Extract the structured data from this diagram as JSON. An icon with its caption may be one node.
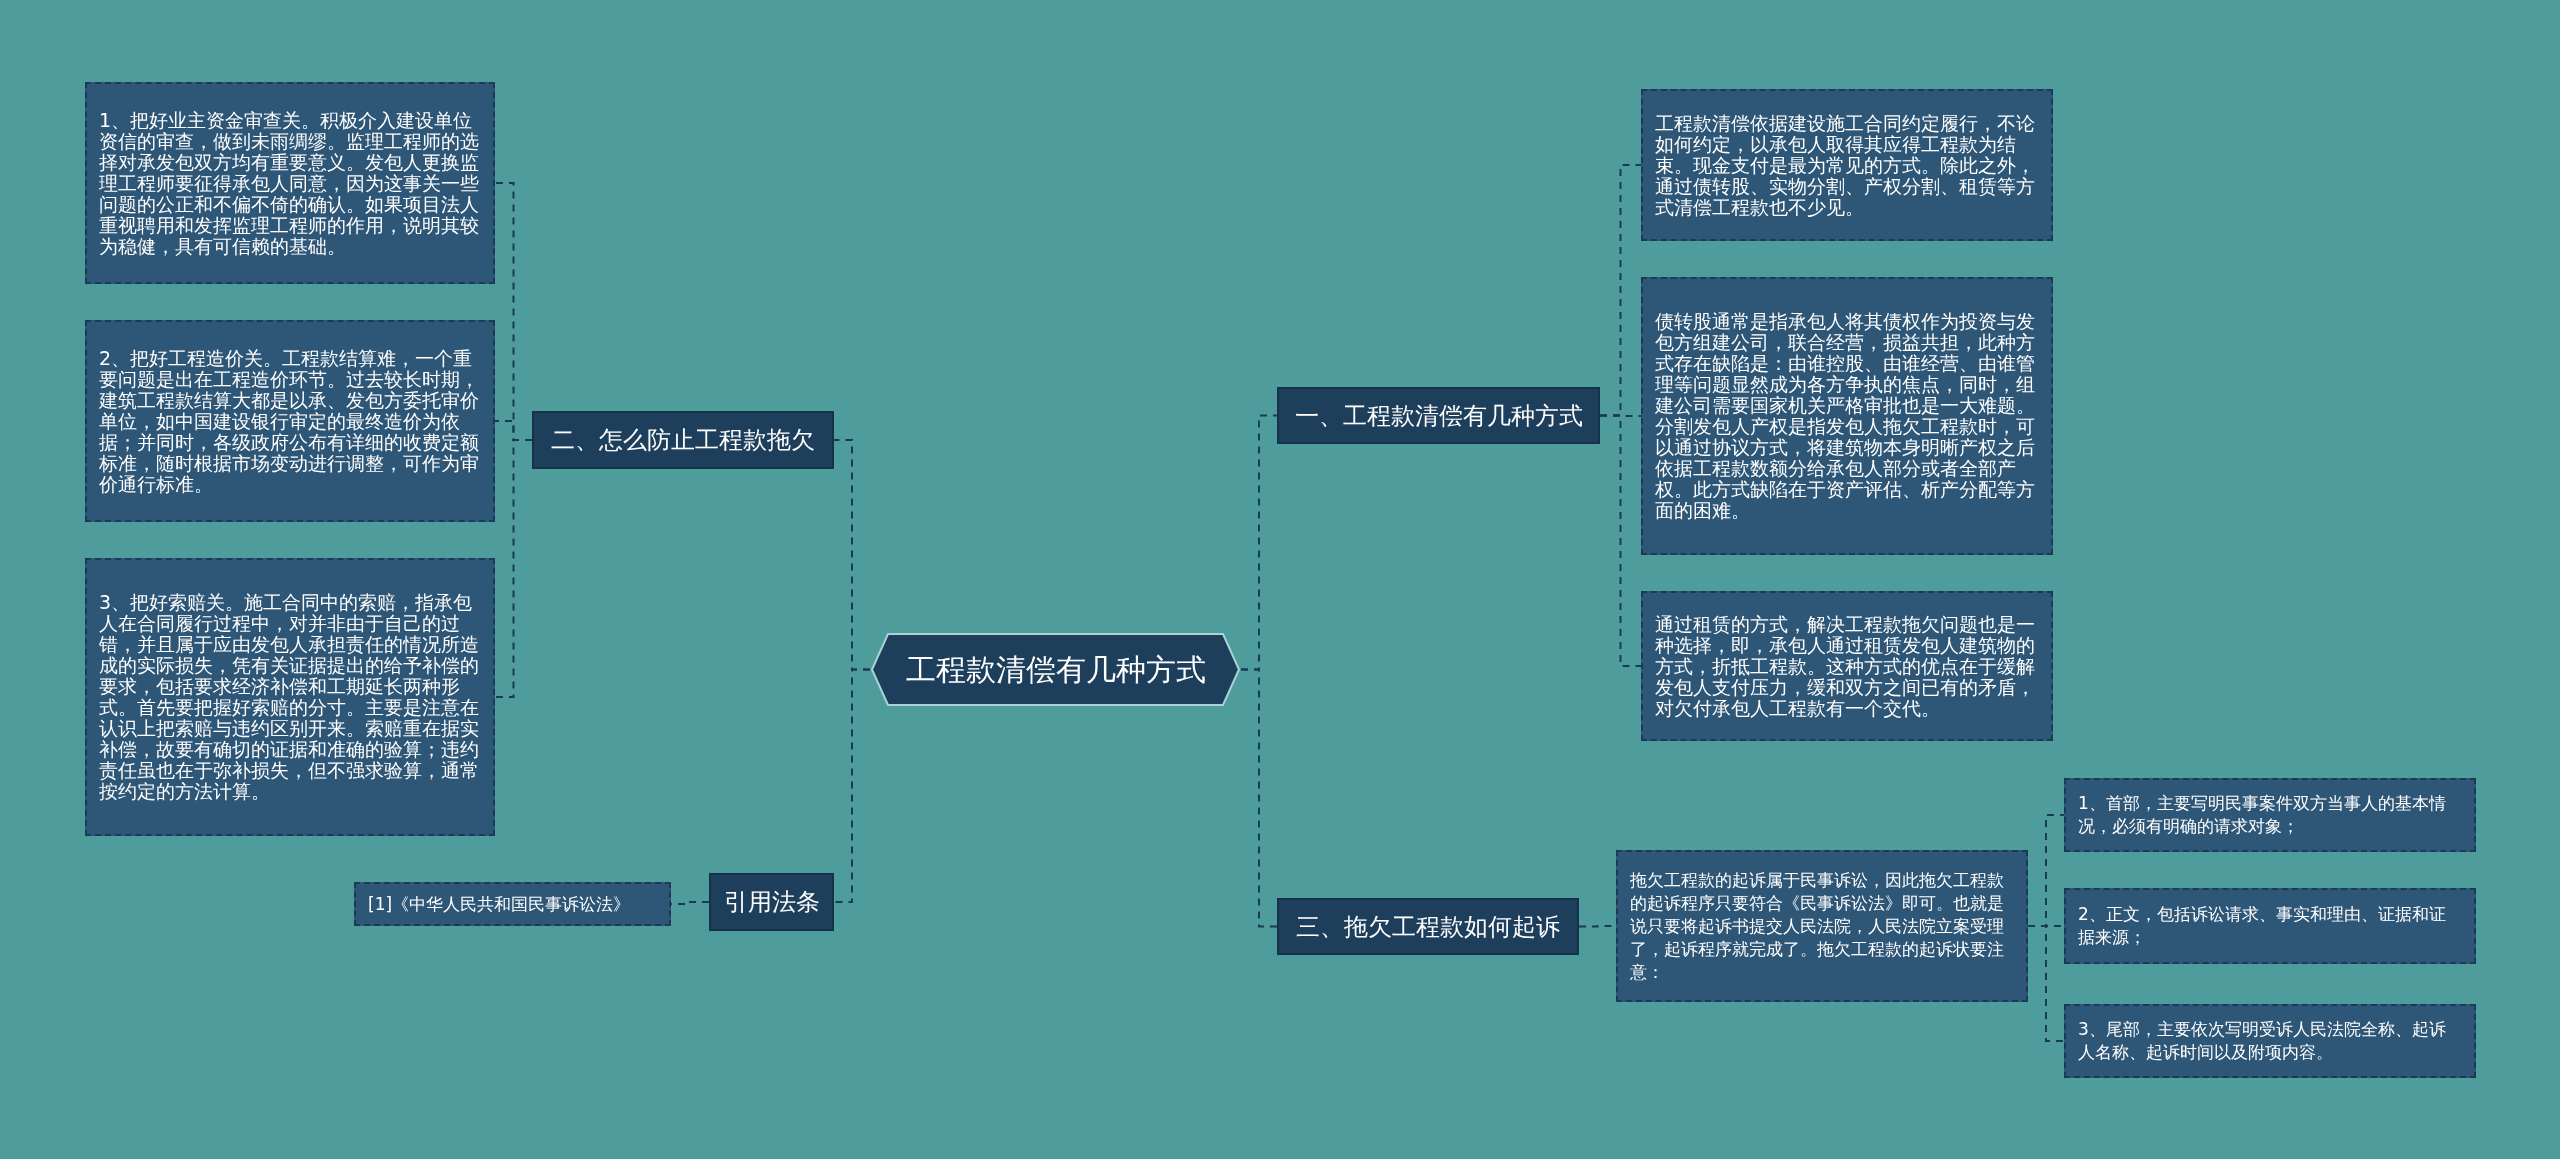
{
  "diagram": {
    "nodes": [
      {
        "text": [
          "工程款清偿有几种方式"
        ]
      },
      {
        "text": [
          "二、怎么防止工程款拖欠"
        ]
      },
      {
        "text": [
          "1、把好业主资金审查关。积极介入建设单位资信的审查，做到未雨绸缪。监理工程师的选择对承发包双方均有重要意义。发包人更换监理工程师要征得承包人同意，因为这事关一些问题的公正和不偏不倚的确认。如果项目法人重视聘用和发挥监理工程师的作用，说明其较为稳健，具有可信赖的基础。"
        ]
      },
      {
        "text": [
          "2、把好工程造价关。工程款结算难，一个重要问题是出在工程造价环节。过去较长时期，建筑工程款结算大都是以承、发包方委托审价单位，如中国建设银行审定的最终造价为依据；并同时，各级政府公布有详细的收费定额标准，随时根据市场变动进行调整，可作为审价通行标准。"
        ]
      },
      {
        "text": [
          "3、把好索赔关。施工合同中的索赔，指承包人在合同履行过程中，对并非由于自己的过错，并且属于应由发包人承担责任的情况所造成的实际损失，凭有关证据提出的给予补偿的要求，包括要求经济补偿和工期延长两种形式。首先要把握好索赔的分寸。主要是注意在认识上把索赔与违约区别开来。索赔重在据实补偿，故要有确切的证据和准确的验算；违约责任虽也在于弥补损失，但不强求验算，通常按约定的方法计算。"
        ]
      },
      {
        "text": [
          "引用法条"
        ]
      },
      {
        "text": [
          "[1]《中华人民共和国民事诉讼法》"
        ]
      },
      {
        "text": [
          "一、工程款清偿有几种方式"
        ]
      },
      {
        "text": [
          "工程款清偿依据建设施工合同约定履行，不论如何约定，以承包人取得其应得工程款为结束。现金支付是最为常见的方式。除此之外，通过债转股、实物分割、产权分割、租赁等方式清偿工程款也不少见。"
        ]
      },
      {
        "text": [
          "债转股通常是指承包人将其债权作为投资与发包方组建公司，联合经营，损益共担，此种方式存在缺陷是：由谁控股、由谁经营、由谁管理等问题显然成为各方争执的焦点，同时，组建公司需要国家机关严格审批也是一大难题。分割发包人产权是指发包人拖欠工程款时，可以通过协议方式，将建筑物本身明晰产权之后依据工程款数额分给承包人部分或者全部产权。此方式缺陷在于资产评估、析产分配等方面的困难。"
        ]
      },
      {
        "text": [
          "通过租赁的方式，解决工程款拖欠问题也是一种选择，即，承包人通过租赁发包人建筑物的方式，折抵工程款。这种方式的优点在于缓解发包人支付压力，缓和双方之间已有的矛盾，对欠付承包人工程款有一个交代。"
        ]
      },
      {
        "text": [
          "三、拖欠工程款如何起诉"
        ]
      },
      {
        "text": [
          "拖欠工程款的起诉属于民事诉讼，因此拖欠工程款的起诉程序只要符合《民事诉讼法》即可。也就是说只要将起诉书提交人民法院，人民法院立案受理了，起诉程序就完成了。拖欠工程款的起诉状要注意："
        ]
      },
      {
        "text": [
          "1、首部，主要写明民事案件双方当事人的基本情况，必须有明确的请求对象；"
        ]
      },
      {
        "text": [
          "2、正文，包括诉讼请求、事实和理由、证据和证据来源；"
        ]
      },
      {
        "text": [
          "3、尾部，主要依次写明受诉人民法院全称、起诉人名称、起诉时间以及附项内容。"
        ]
      }
    ],
    "edges": [
      {
        "from": 0,
        "to": 7,
        "arrow": "none",
        "style": "dashed"
      },
      {
        "from": 0,
        "to": 11,
        "arrow": "none",
        "style": "dashed"
      },
      {
        "from": 0,
        "to": 1,
        "arrow": "none",
        "style": "dashed"
      },
      {
        "from": 0,
        "to": 5,
        "arrow": "none",
        "style": "dashed"
      },
      {
        "from": 1,
        "to": 2,
        "arrow": "none",
        "style": "dashed"
      },
      {
        "from": 1,
        "to": 3,
        "arrow": "none",
        "style": "dashed"
      },
      {
        "from": 1,
        "to": 4,
        "arrow": "none",
        "style": "dashed"
      },
      {
        "from": 5,
        "to": 6,
        "arrow": "none",
        "style": "dashed"
      },
      {
        "from": 7,
        "to": 8,
        "arrow": "none",
        "style": "dashed"
      },
      {
        "from": 7,
        "to": 9,
        "arrow": "none",
        "style": "dashed"
      },
      {
        "from": 7,
        "to": 10,
        "arrow": "none",
        "style": "dashed"
      },
      {
        "from": 11,
        "to": 12,
        "arrow": "none",
        "style": "dashed"
      },
      {
        "from": 12,
        "to": 13,
        "arrow": "none",
        "style": "dashed"
      },
      {
        "from": 12,
        "to": 14,
        "arrow": "none",
        "style": "dashed"
      },
      {
        "from": 12,
        "to": 15,
        "arrow": "none",
        "style": "dashed"
      }
    ]
  }
}
